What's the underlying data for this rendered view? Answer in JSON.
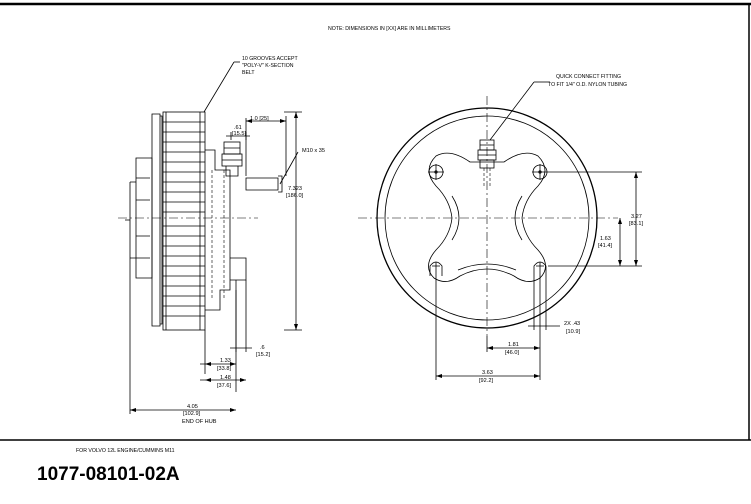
{
  "note_top": "NOTE:  DIMENSIONS IN [XX] ARE IN MILLIMETERS",
  "left_view": {
    "grooves_note": [
      "10 GROOVES ACCEPT",
      "\"POLY-V\" K-SECTION",
      "BELT"
    ],
    "thread_label": "M10 x 35",
    "dim_1_0": "1.0 [25]",
    "dim_81": ".61",
    "dim_81_mm": "[15.5]",
    "dim_7323": "7.323",
    "dim_7323_mm": "[186.0]",
    "dim_6": ".6",
    "dim_6_mm": "[15.2]",
    "dim_133": "1.33",
    "dim_133_mm": "[33.8]",
    "dim_148": "1.48",
    "dim_148_mm": "[37.6]",
    "dim_405": "4.05",
    "dim_405_mm": "[102.9]",
    "end_of_hub": "END OF HUB"
  },
  "right_view": {
    "fitting_note": [
      "QUICK CONNECT FITTING",
      "TO FIT 1/4\" O.D. NYLON TUBING"
    ],
    "dim_327": "3.27",
    "dim_327_mm": "[83.1]",
    "dim_163": "1.63",
    "dim_163_mm": "[41.4]",
    "dim_2x43": "2X .43",
    "dim_2x43_mm": "[10.9]",
    "dim_181": "1.81",
    "dim_181_mm": "[46.0]",
    "dim_363": "3.63",
    "dim_363_mm": "[92.2]"
  },
  "footer_note": "FOR VOLVO 12L ENGINE/CUMMINS M11",
  "part_number": "1077-08101-02A"
}
